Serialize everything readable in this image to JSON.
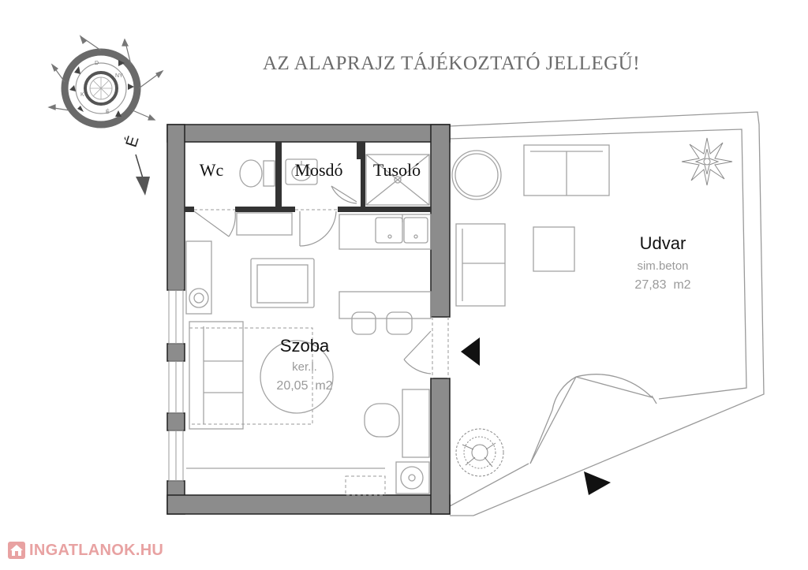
{
  "header": {
    "note": "AZ ALAPRAJZ TÁJÉKOZTATÓ JELLEGŰ!"
  },
  "rooms": {
    "wc": {
      "label": "Wc"
    },
    "mosdo": {
      "label": "Mosdó"
    },
    "tusolo": {
      "label": "Tusoló"
    },
    "szoba": {
      "label": "Szoba",
      "surface": "ker.l.",
      "area": "20,05  m2"
    },
    "udvar": {
      "label": "Udvar",
      "surface": "sim.beton",
      "area": "27,83  m2"
    }
  },
  "compass": {
    "north_letter": "É"
  },
  "watermark": {
    "text": "INGATLANOK.HU"
  },
  "colors": {
    "wall": "#8c8c8c",
    "line": "#9a9a9a",
    "text": "#111111",
    "watermark": "#e8a2a2"
  }
}
